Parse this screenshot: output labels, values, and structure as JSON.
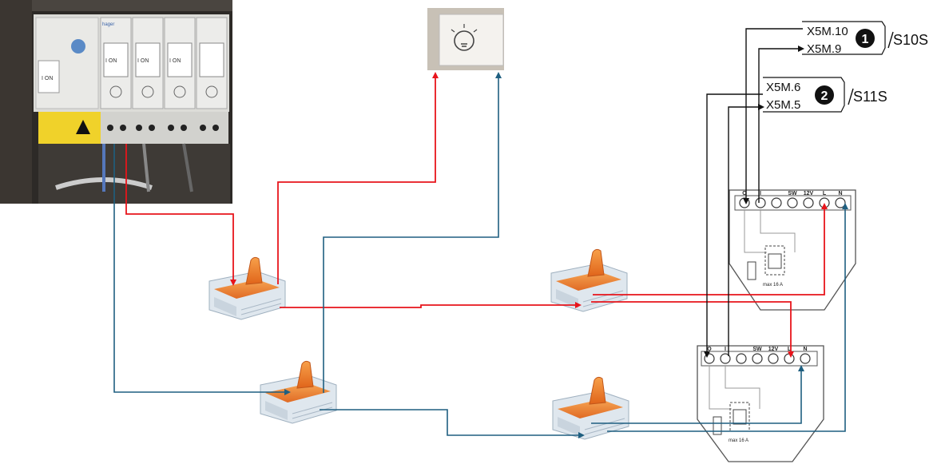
{
  "photos": {
    "panel_breakers": [
      "I ON",
      "I ON",
      "I ON",
      "I ON"
    ],
    "panel_brand": "hager"
  },
  "connectors": {
    "top": [
      "X5M.10",
      "X5M.9"
    ],
    "top_badge": "1",
    "top_name": "S10S",
    "bottom": [
      "X5M.6",
      "X5M.5"
    ],
    "bottom_badge": "2",
    "bottom_name": "S11S"
  },
  "modules": {
    "terminals": [
      "O",
      "I",
      "",
      "SW",
      "12V",
      "L",
      "N"
    ],
    "rating": "max 16 A"
  },
  "wire_colors": {
    "live": "#e8141b",
    "neutral": "#1f5f80",
    "signal": "#111111"
  }
}
